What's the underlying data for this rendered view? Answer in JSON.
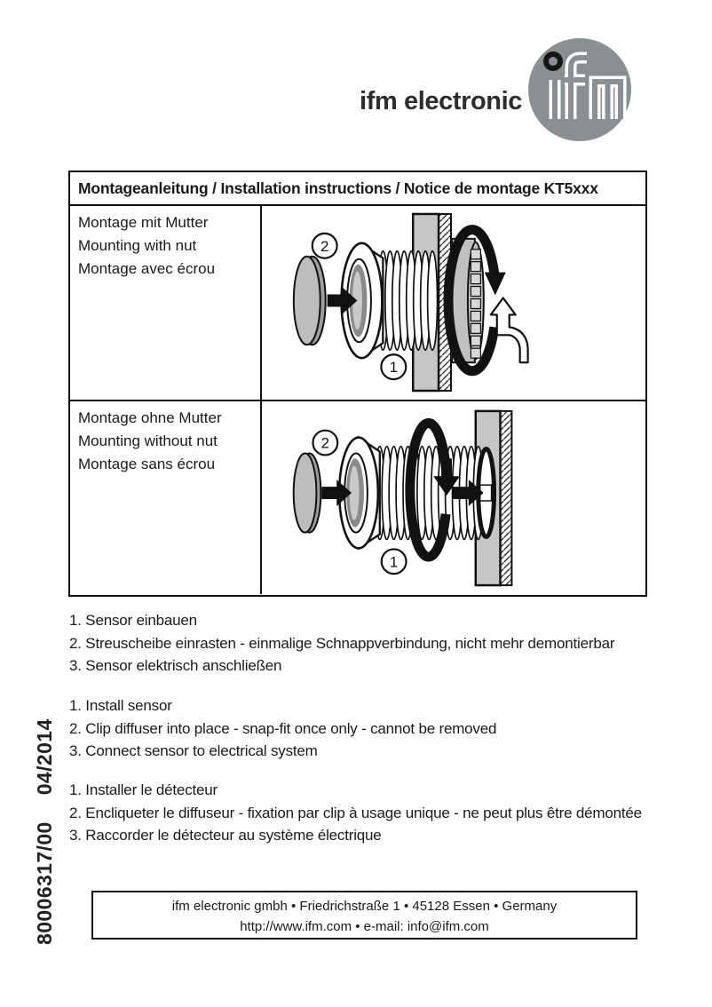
{
  "brand": {
    "wordmark": "ifm electronic",
    "logo_letters": "ifm"
  },
  "table": {
    "header": "Montageanleitung / Installation instructions / Notice de montage KT5xxx",
    "rows": [
      {
        "labels": [
          "Montage mit Mutter",
          "Mounting with nut",
          "Montage avec écrou"
        ]
      },
      {
        "labels": [
          "Montage ohne Mutter",
          "Mounting without nut",
          "Montage sans écrou"
        ]
      }
    ]
  },
  "figure_labels": {
    "one": "1",
    "two": "2"
  },
  "instructions": {
    "de": [
      "1. Sensor einbauen",
      "2. Streuscheibe einrasten - einmalige Schnappverbindung, nicht mehr demontierbar",
      "3. Sensor elektrisch anschließen"
    ],
    "en": [
      "1. Install sensor",
      "2. Clip diffuser into place - snap-fit once only - cannot be removed",
      "3. Connect sensor to electrical system"
    ],
    "fr": [
      "1. Installer le détecteur",
      "2. Encliqueter le diffuseur - fixation par clip à usage unique - ne peut plus être démontée",
      "3. Raccorder le détecteur au système électrique"
    ]
  },
  "sidebar": {
    "doc_number": "80006317/00",
    "date": "04/2014"
  },
  "footer": {
    "line1": "ifm electronic gmbh • Friedrichstraße 1 • 45128 Essen • Germany",
    "line2": "http://www.ifm.com • e-mail: info@ifm.com"
  },
  "colors": {
    "logo_gray": "#8a8f92",
    "panel_gray": "#c6c6c6",
    "disc_gray": "#bdbdbd",
    "line": "#111111"
  }
}
